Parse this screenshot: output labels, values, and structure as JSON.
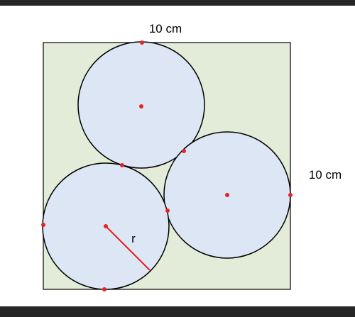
{
  "diagram": {
    "top_label": "10 cm",
    "side_label": "10 cm",
    "radius_label": "r",
    "colors": {
      "frame": "#262626",
      "paper": "#ffffff",
      "square_fill": "#e3ecd9",
      "circle_fill": "#dde6f4",
      "stroke": "#000000",
      "accent": "#e52424"
    }
  }
}
